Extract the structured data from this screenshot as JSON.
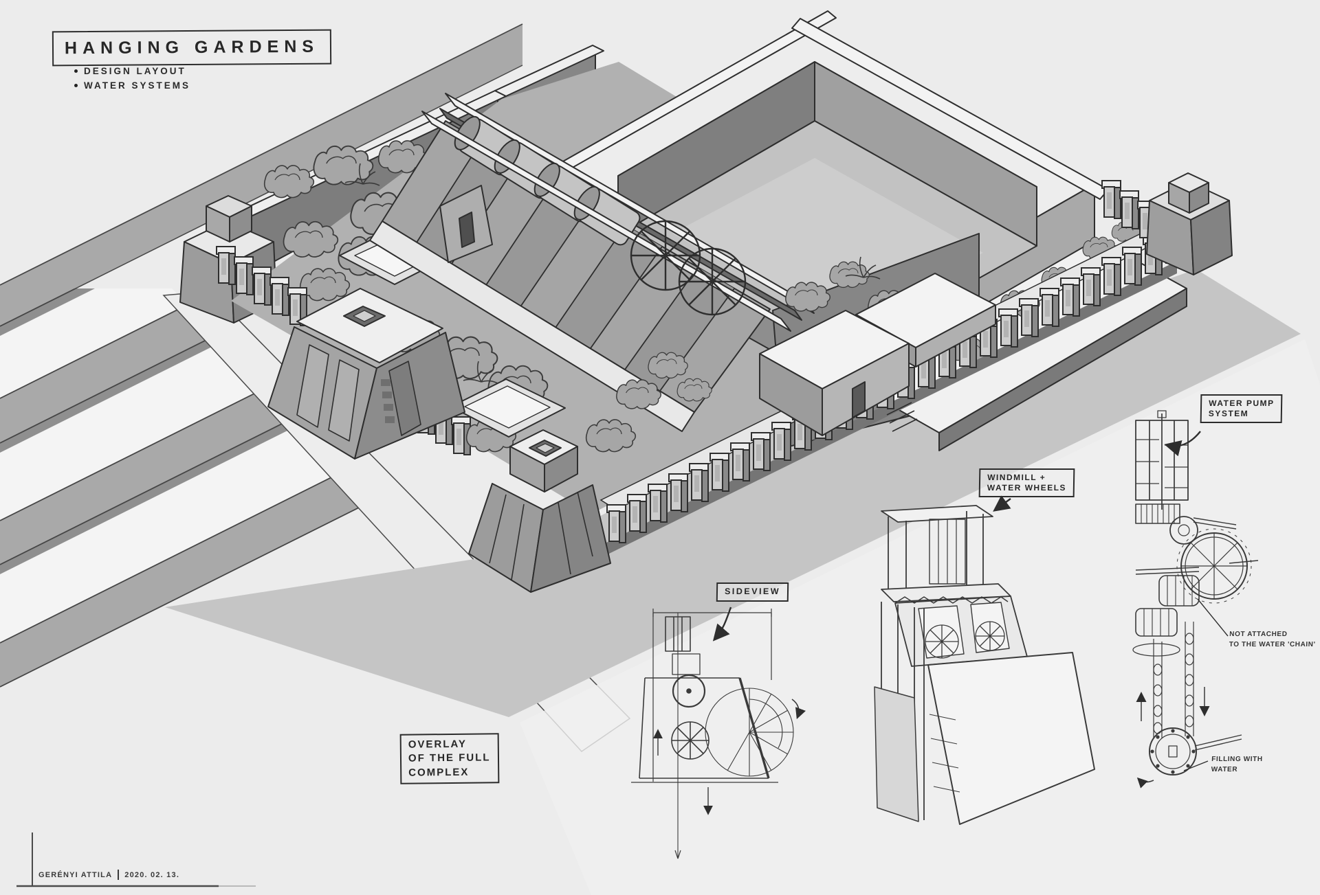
{
  "header": {
    "title": "HANGING GARDENS",
    "bullets": [
      "DESIGN LAYOUT",
      "WATER SYSTEMS"
    ]
  },
  "callouts": {
    "overlay": {
      "line1": "OVERLAY",
      "line2": "OF THE FULL",
      "line3": "COMPLEX"
    },
    "sideview": {
      "label": "SIDEVIEW"
    },
    "windmill": {
      "line1": "WINDMILL +",
      "line2": "WATER WHEELS"
    },
    "water_pump": {
      "line1": "WATER PUMP",
      "line2": "SYSTEM"
    }
  },
  "annotations": {
    "not_attached": {
      "line1": "NOT ATTACHED",
      "line2": "TO THE WATER 'CHAIN'"
    },
    "filling": {
      "line1": "FILLING WITH",
      "line2": "WATER"
    }
  },
  "signature": {
    "artist": "GERÉNYI ATTILA",
    "date": "2020. 02. 13."
  },
  "palette": {
    "background": "#ececec",
    "ink": "#2e2e2e",
    "shadow": "#c5c5c5",
    "wall_dark": "#7e7e7e",
    "wall_mid": "#9a9a9a",
    "wall_light": "#cdcdcd",
    "paper_white": "#f3f3f3",
    "foliage": "#a6a6a6"
  }
}
